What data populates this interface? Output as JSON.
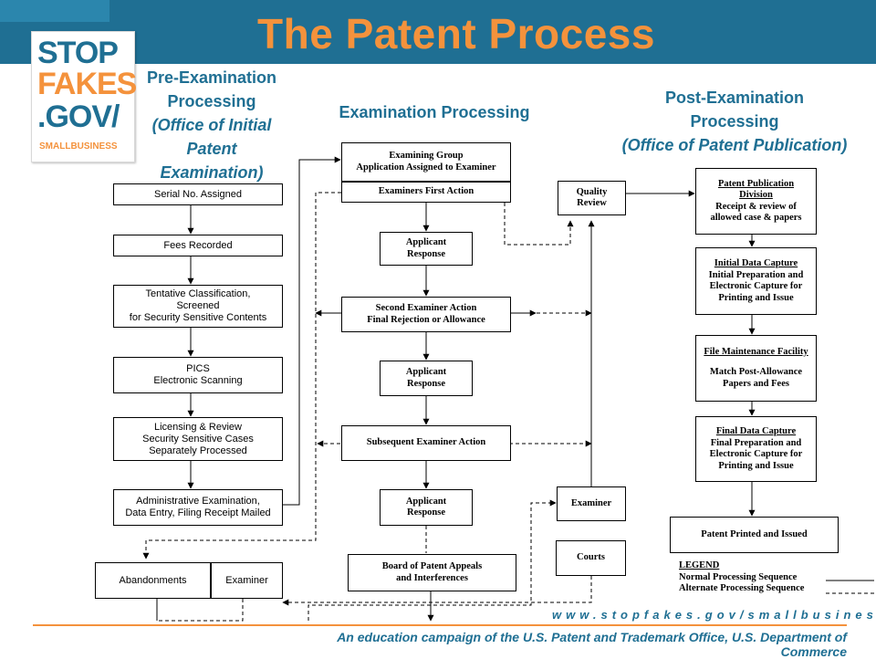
{
  "header": {
    "title": "The Patent Process"
  },
  "logo": {
    "line1": "STOP",
    "line2": "FAKES",
    "line3": ".GOV/",
    "line4": "SMALLBUSINESS"
  },
  "sections": {
    "pre_exam": {
      "line1": "Pre-Examination",
      "line2": "Processing",
      "line3": "(Office of Initial",
      "line4": "Patent",
      "line5": "Examination)"
    },
    "exam": {
      "label": "Examination Processing"
    },
    "post_exam": {
      "line1": "Post-Examination",
      "line2": "Processing",
      "line3": "(Office of Patent Publication)"
    }
  },
  "pre_boxes": {
    "serial": "Serial No. Assigned",
    "fees": "Fees Recorded",
    "tentative": {
      "l1": "Tentative Classification,",
      "l2": "Screened",
      "l3": "for Security Sensitive Contents"
    },
    "pics": {
      "l1": "PICS",
      "l2": "Electronic Scanning"
    },
    "licensing": {
      "l1": "Licensing & Review",
      "l2": "Security Sensitive Cases",
      "l3": "Separately Processed"
    },
    "admin": {
      "l1": "Administrative Examination,",
      "l2": "Data Entry, Filing Receipt Mailed"
    },
    "abandonments": "Abandonments",
    "examiner_left": "Examiner"
  },
  "exam_boxes": {
    "group": {
      "l1": "Examining Group",
      "l2": "Application Assigned to Examiner"
    },
    "first_action": "Examiners First Action",
    "applicant1": {
      "l1": "Applicant",
      "l2": "Response"
    },
    "second_action": {
      "l1": "Second Examiner Action",
      "l2": "Final Rejection or Allowance"
    },
    "applicant2": {
      "l1": "Applicant",
      "l2": "Response"
    },
    "subsequent": "Subsequent Examiner Action",
    "applicant3": {
      "l1": "Applicant",
      "l2": "Response"
    },
    "board": {
      "l1": "Board of Patent Appeals",
      "l2": "and Interferences"
    },
    "quality": {
      "l1": "Quality",
      "l2": "Review"
    },
    "examiner_mid": "Examiner",
    "courts": "Courts"
  },
  "post_boxes": {
    "publication": {
      "title": "Patent Publication",
      "title2": "Division",
      "l1": "Receipt & review of",
      "l2": "allowed case & papers"
    },
    "initial_capture": {
      "title": "Initial Data Capture",
      "l1": "Initial Preparation and",
      "l2": "Electronic Capture for",
      "l3": "Printing and Issue"
    },
    "file_maint": {
      "title": "File Maintenance Facility",
      "l1": "Match Post-Allowance",
      "l2": "Papers and Fees"
    },
    "final_capture": {
      "title": "Final Data Capture",
      "l1": "Final Preparation and",
      "l2": "Electronic Capture for",
      "l3": "Printing and Issue"
    },
    "printed": "Patent Printed and Issued"
  },
  "legend": {
    "title": "LEGEND",
    "normal": "Normal Processing Sequence",
    "alternate": "Alternate Processing Sequence"
  },
  "footer": {
    "url": "www.stopfakes.gov/smallbusiness",
    "campaign": "An education campaign of the U.S. Patent and Trademark Office, U.S. Department of Commerce"
  },
  "colors": {
    "brand_blue": "#1f6f93",
    "brand_orange": "#f4923c"
  }
}
